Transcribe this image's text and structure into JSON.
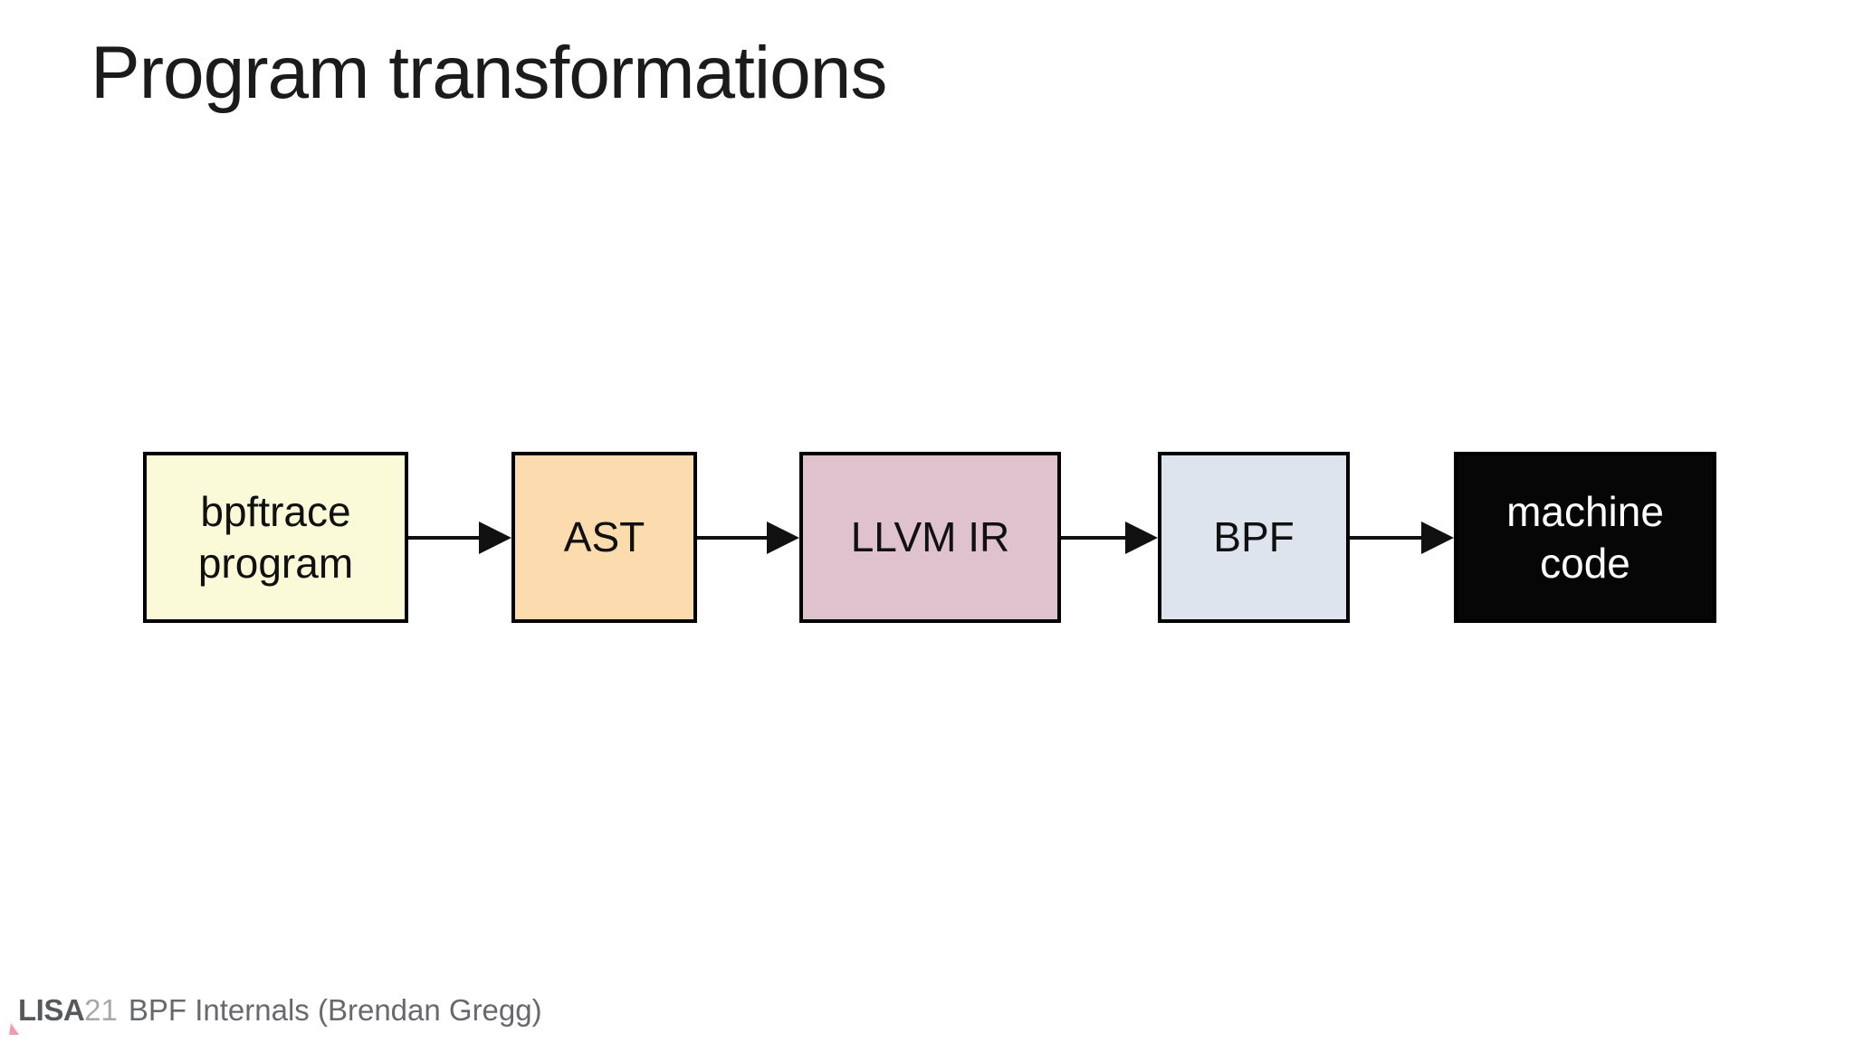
{
  "slide": {
    "background": "#ffffff",
    "title": "Program transformations",
    "title_color": "#1b1b1b",
    "diagram": {
      "arrow_color": "#111111",
      "border_color": "#000000",
      "nodes": [
        {
          "name": "bpftrace-program",
          "lines": [
            "bpftrace",
            "program"
          ],
          "fill": "#fbfad8",
          "text_color": "#101010"
        },
        {
          "name": "ast",
          "lines": [
            "AST"
          ],
          "fill": "#fcdcae",
          "text_color": "#101010"
        },
        {
          "name": "llvm-ir",
          "lines": [
            "LLVM IR"
          ],
          "fill": "#dfc2cd",
          "text_color": "#101010"
        },
        {
          "name": "bpf",
          "lines": [
            "BPF"
          ],
          "fill": "#dde4ed",
          "text_color": "#101010"
        },
        {
          "name": "machine-code",
          "lines": [
            "machine",
            "code"
          ],
          "fill": "#060606",
          "text_color": "#ffffff"
        }
      ]
    },
    "footer": {
      "logo_bold": "LISA",
      "logo_year": "21",
      "text": "BPF Internals (Brendan Gregg)",
      "logo_bold_color": "#58595b",
      "logo_year_color": "#a6a8ab",
      "text_color": "#68696c",
      "accent_triangle_color": "#f49ab0"
    }
  }
}
